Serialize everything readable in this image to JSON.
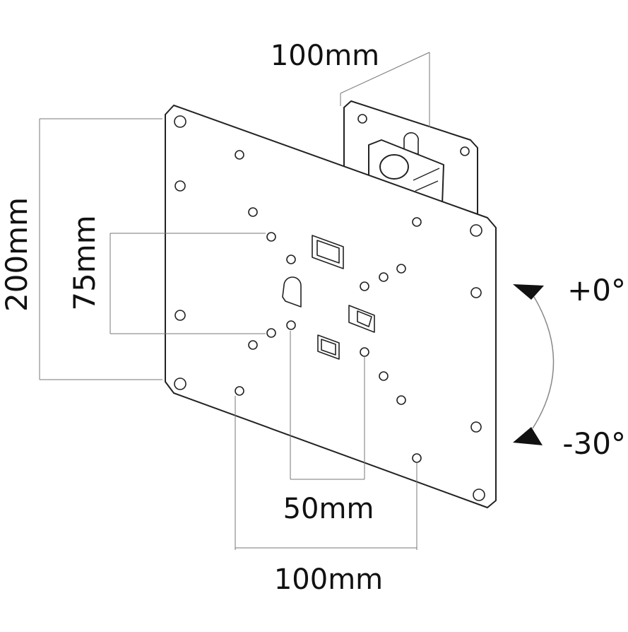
{
  "dimensions": {
    "top_width": "100mm",
    "left_outer_height": "200mm",
    "left_inner_height": "75mm",
    "bottom_inner_width": "50mm",
    "bottom_outer_width": "100mm"
  },
  "tilt": {
    "upper": "+0°",
    "lower": "-30°"
  },
  "colors": {
    "line": "#222222",
    "dimension_line": "#777777",
    "background": "#ffffff"
  }
}
